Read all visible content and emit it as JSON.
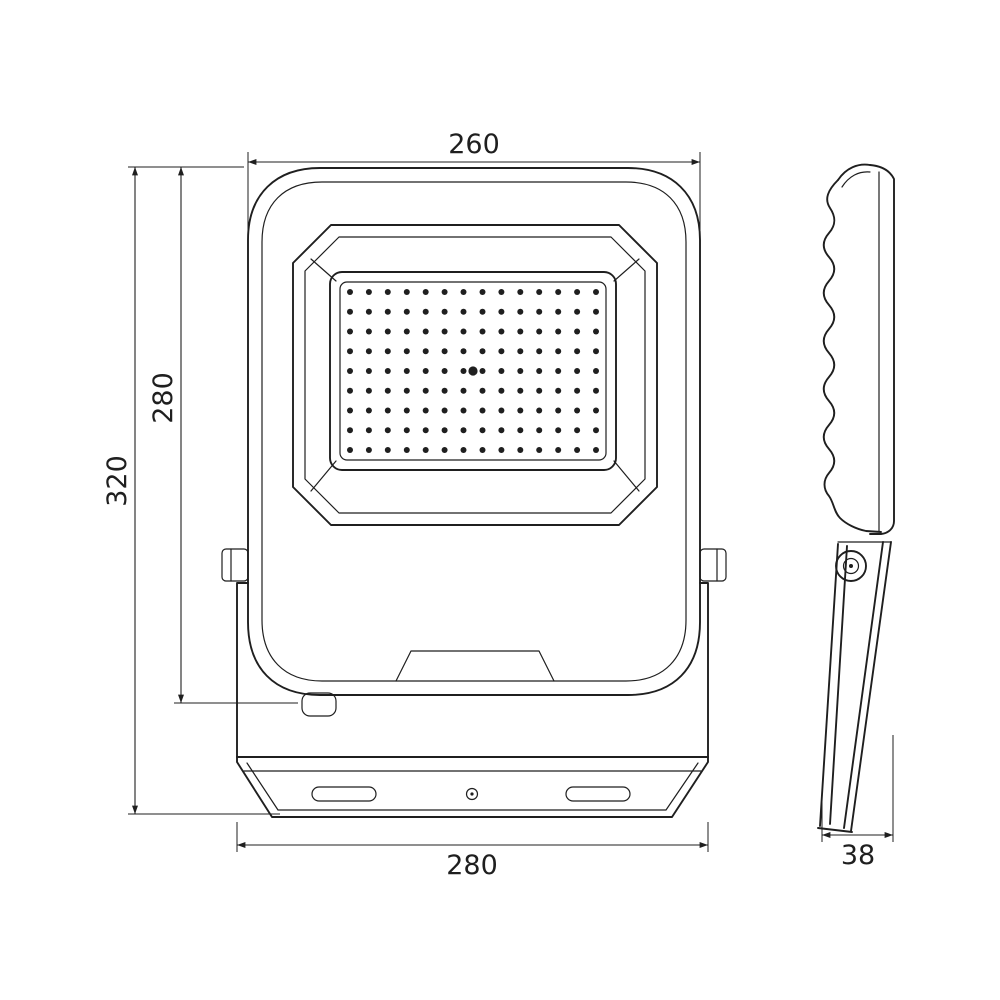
{
  "drawing": {
    "background": "#ffffff",
    "line_color": "#1f1f1f",
    "dimensions": {
      "top_width": "260",
      "body_height": "280",
      "overall_height": "320",
      "base_width": "280",
      "side_depth": "38"
    },
    "led_grid": {
      "rows": 9,
      "cols": 14,
      "center_dot": true
    }
  }
}
